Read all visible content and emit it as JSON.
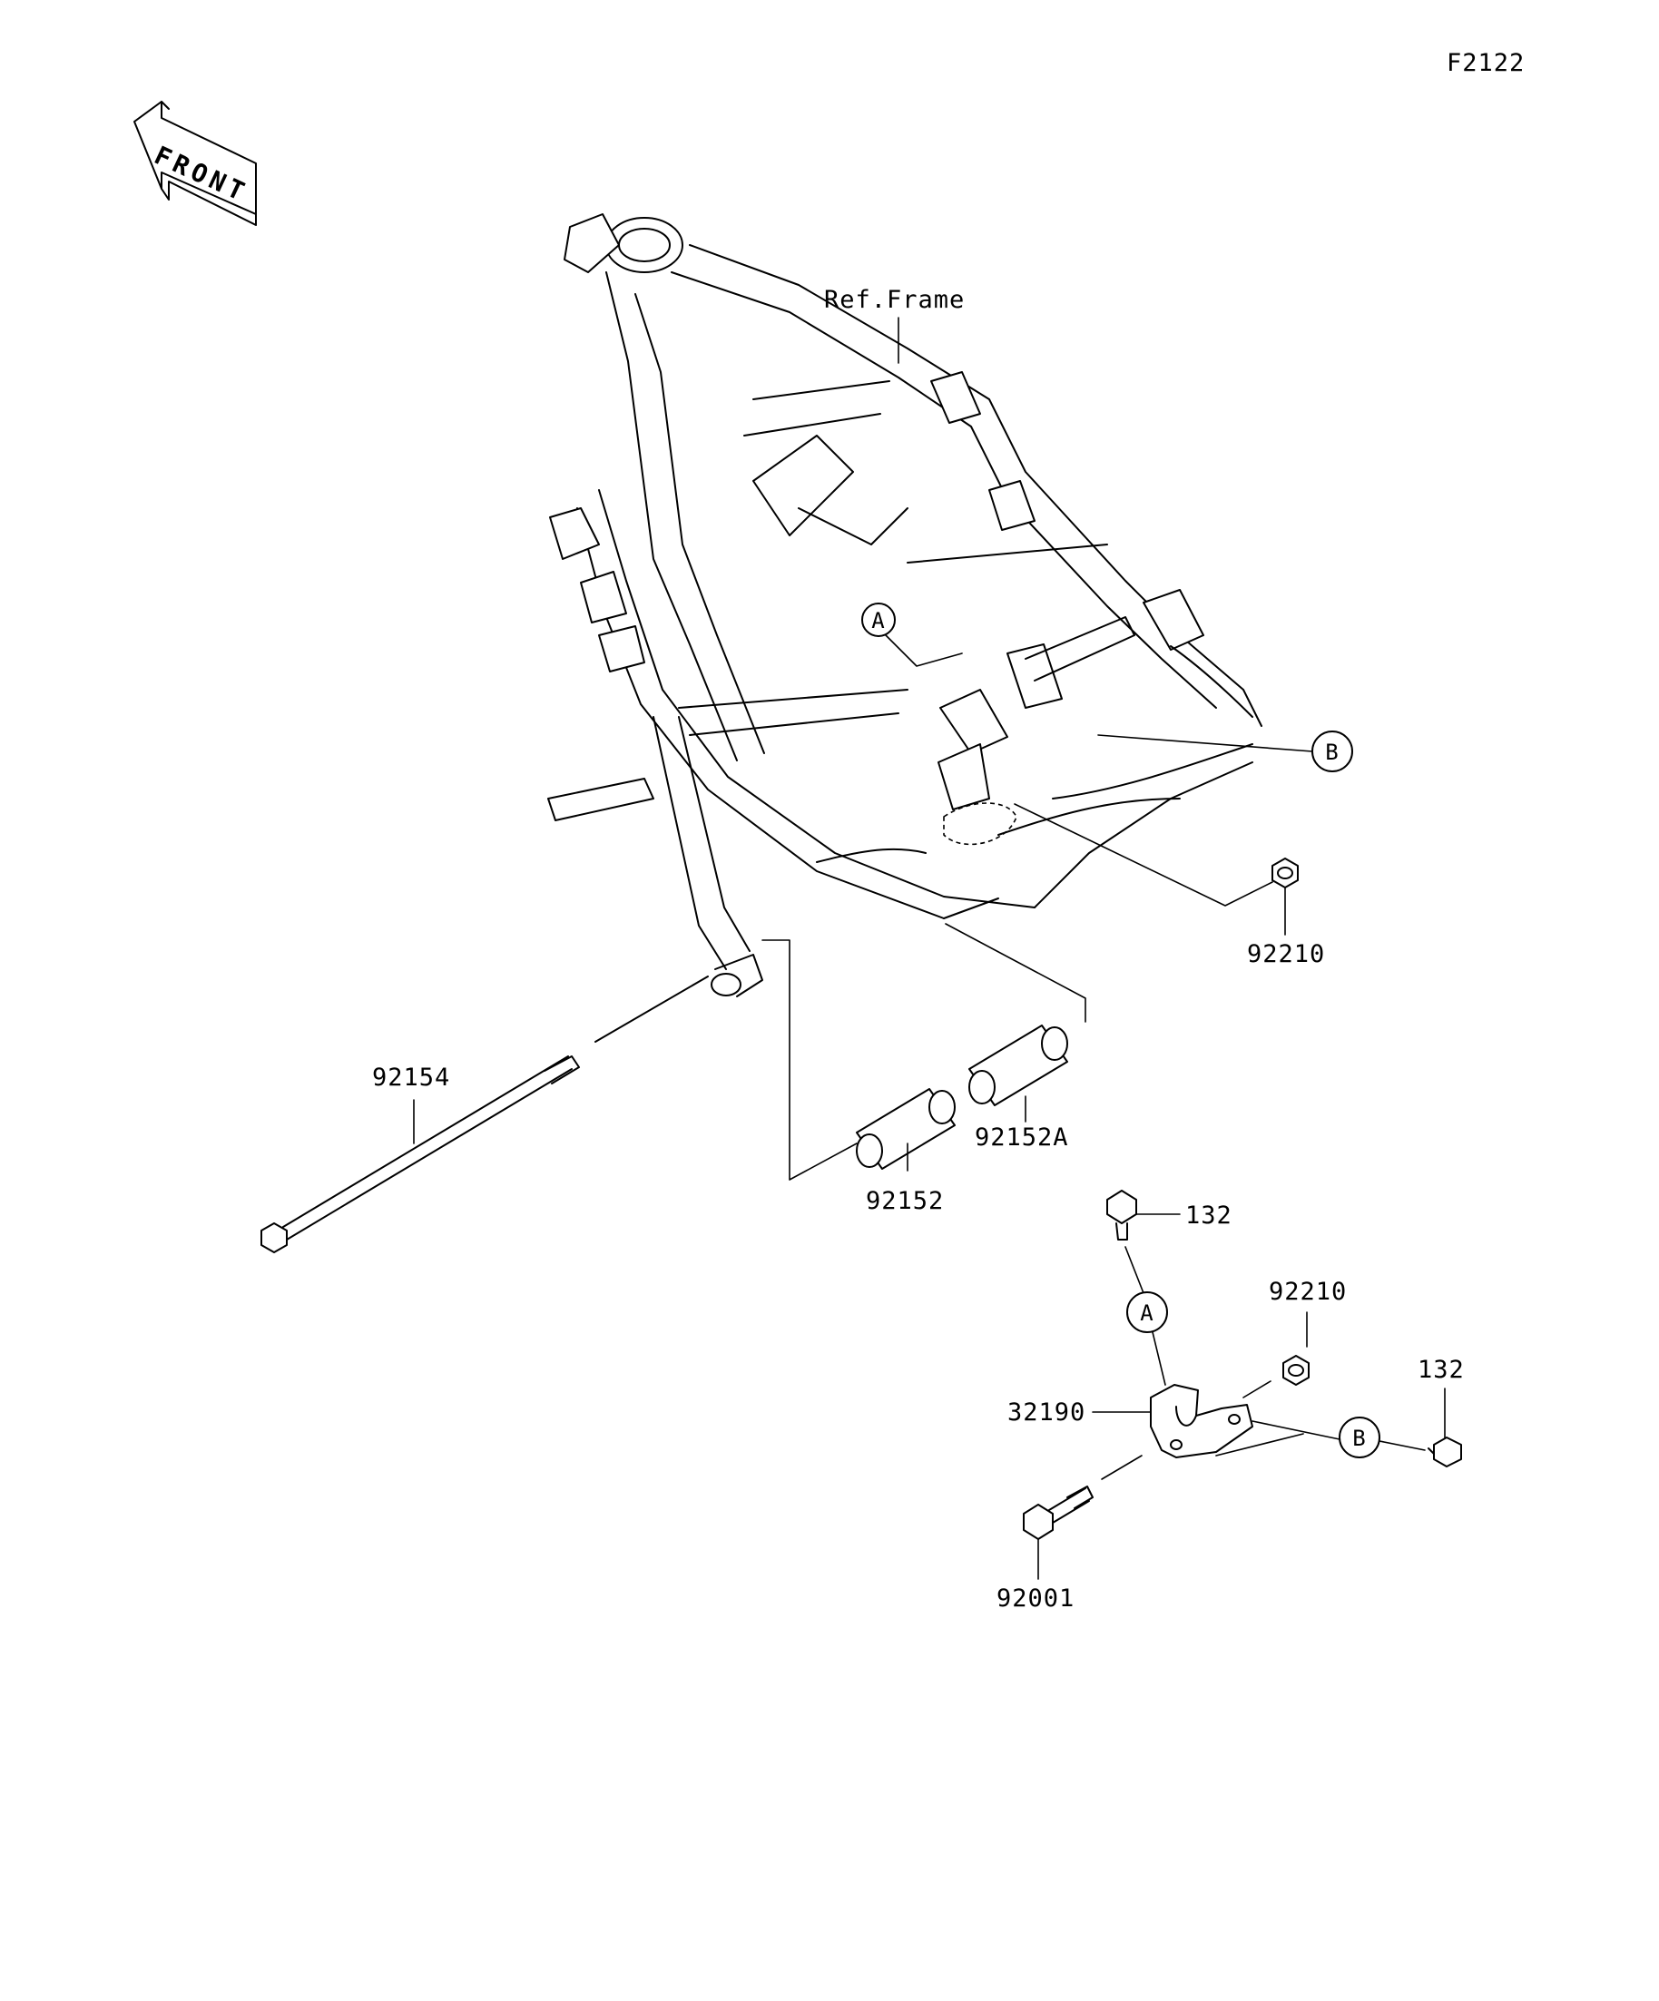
{
  "diagram_id": "F2122",
  "front_label": "FRONT",
  "reference_label": "Ref.Frame",
  "callouts": {
    "a_frame": "A",
    "b_frame": "B",
    "a_detail": "A",
    "b_detail": "B"
  },
  "part_numbers": {
    "nut_upper": "92210",
    "bolt_long": "92154",
    "collar_a": "92152A",
    "collar": "92152",
    "screw_top": "132",
    "nut_lower": "92210",
    "screw_right": "132",
    "bracket": "32190",
    "bolt_short": "92001"
  }
}
